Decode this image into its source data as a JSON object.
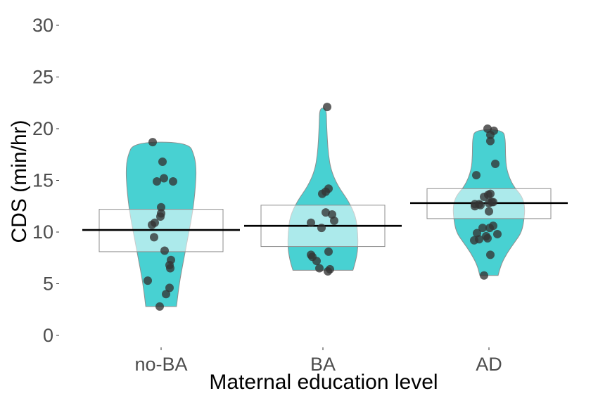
{
  "chart_data": {
    "type": "violin",
    "xlabel": "Maternal education level",
    "ylabel": "CDS (min/hr)",
    "ylim": [
      0,
      30
    ],
    "yticks": [
      0,
      5,
      10,
      15,
      20,
      25,
      30
    ],
    "categories": [
      "no-BA",
      "BA",
      "AD"
    ],
    "grid": false,
    "colors": {
      "violin_fill": "#48d1d2",
      "violin_stroke": "#8f8f8f",
      "ci_fill": "#ffffff",
      "ci_stroke": "#8c8c8c",
      "mean_line": "#000000",
      "point": "#333333"
    },
    "groups": [
      {
        "category": "no-BA",
        "mean": 10.2,
        "ci": [
          8.1,
          12.2
        ],
        "range": [
          2.8,
          18.7
        ],
        "violin_profile": [
          [
            2.8,
            0.42
          ],
          [
            4,
            0.46
          ],
          [
            5.5,
            0.52
          ],
          [
            7,
            0.6
          ],
          [
            8.5,
            0.68
          ],
          [
            10,
            0.76
          ],
          [
            11.5,
            0.84
          ],
          [
            13,
            0.9
          ],
          [
            14.5,
            0.94
          ],
          [
            16,
            0.96
          ],
          [
            17.3,
            0.92
          ],
          [
            18.7,
            0.75
          ]
        ],
        "points": [
          {
            "jitter": -0.12,
            "y": 18.7
          },
          {
            "jitter": 0.02,
            "y": 16.8
          },
          {
            "jitter": 0.04,
            "y": 15.2
          },
          {
            "jitter": -0.06,
            "y": 14.9
          },
          {
            "jitter": 0.17,
            "y": 14.9
          },
          {
            "jitter": 0.0,
            "y": 12.4
          },
          {
            "jitter": 0.0,
            "y": 11.8
          },
          {
            "jitter": -0.01,
            "y": 11.5
          },
          {
            "jitter": -0.13,
            "y": 10.7
          },
          {
            "jitter": -0.09,
            "y": 10.9
          },
          {
            "jitter": -0.1,
            "y": 9.5
          },
          {
            "jitter": 0.05,
            "y": 8.2
          },
          {
            "jitter": 0.14,
            "y": 7.3
          },
          {
            "jitter": 0.12,
            "y": 6.8
          },
          {
            "jitter": 0.13,
            "y": 6.5
          },
          {
            "jitter": -0.19,
            "y": 5.3
          },
          {
            "jitter": 0.12,
            "y": 4.6
          },
          {
            "jitter": 0.07,
            "y": 4.0
          },
          {
            "jitter": -0.02,
            "y": 2.8
          }
        ]
      },
      {
        "category": "BA",
        "mean": 10.6,
        "ci": [
          8.6,
          12.6
        ],
        "range": [
          6.3,
          22.0
        ],
        "violin_profile": [
          [
            6.3,
            0.82
          ],
          [
            7.2,
            0.9
          ],
          [
            8.5,
            0.96
          ],
          [
            10,
            0.95
          ],
          [
            11.5,
            0.9
          ],
          [
            13,
            0.7
          ],
          [
            14.5,
            0.4
          ],
          [
            16,
            0.22
          ],
          [
            17.5,
            0.15
          ],
          [
            19,
            0.12
          ],
          [
            20.5,
            0.1
          ],
          [
            22,
            0.09
          ]
        ],
        "points": [
          {
            "jitter": 0.06,
            "y": 22.1
          },
          {
            "jitter": 0.08,
            "y": 14.2
          },
          {
            "jitter": 0.04,
            "y": 13.9
          },
          {
            "jitter": -0.01,
            "y": 13.7
          },
          {
            "jitter": 0.04,
            "y": 11.9
          },
          {
            "jitter": 0.13,
            "y": 11.7
          },
          {
            "jitter": 0.16,
            "y": 11.1
          },
          {
            "jitter": -0.17,
            "y": 10.9
          },
          {
            "jitter": -0.02,
            "y": 10.4
          },
          {
            "jitter": 0.08,
            "y": 8.1
          },
          {
            "jitter": -0.17,
            "y": 7.8
          },
          {
            "jitter": -0.15,
            "y": 7.6
          },
          {
            "jitter": -0.09,
            "y": 7.2
          },
          {
            "jitter": -0.05,
            "y": 6.5
          },
          {
            "jitter": 0.1,
            "y": 6.4
          },
          {
            "jitter": 0.07,
            "y": 6.2
          }
        ]
      },
      {
        "category": "AD",
        "mean": 12.8,
        "ci": [
          11.3,
          14.2
        ],
        "range": [
          5.8,
          19.9
        ],
        "violin_profile": [
          [
            5.8,
            0.25
          ],
          [
            6.8,
            0.32
          ],
          [
            8,
            0.5
          ],
          [
            9,
            0.7
          ],
          [
            10,
            0.9
          ],
          [
            11.5,
            0.97
          ],
          [
            12.5,
            0.98
          ],
          [
            13.5,
            0.9
          ],
          [
            14.5,
            0.65
          ],
          [
            16,
            0.48
          ],
          [
            17.5,
            0.45
          ],
          [
            19,
            0.45
          ],
          [
            19.9,
            0.38
          ]
        ],
        "points": [
          {
            "jitter": -0.02,
            "y": 20.0
          },
          {
            "jitter": 0.07,
            "y": 19.8
          },
          {
            "jitter": 0.02,
            "y": 19.4
          },
          {
            "jitter": 0.02,
            "y": 18.8
          },
          {
            "jitter": 0.09,
            "y": 16.6
          },
          {
            "jitter": -0.18,
            "y": 15.5
          },
          {
            "jitter": 0.02,
            "y": 13.7
          },
          {
            "jitter": -0.01,
            "y": 13.6
          },
          {
            "jitter": -0.07,
            "y": 13.4
          },
          {
            "jitter": 0.0,
            "y": 12.8
          },
          {
            "jitter": 0.04,
            "y": 12.9
          },
          {
            "jitter": 0.06,
            "y": 12.9
          },
          {
            "jitter": -0.2,
            "y": 12.7
          },
          {
            "jitter": -0.14,
            "y": 12.7
          },
          {
            "jitter": -0.12,
            "y": 12.6
          },
          {
            "jitter": -0.2,
            "y": 12.5
          },
          {
            "jitter": 0.0,
            "y": 12.0
          },
          {
            "jitter": 0.06,
            "y": 10.6
          },
          {
            "jitter": 0.01,
            "y": 10.4
          },
          {
            "jitter": -0.09,
            "y": 10.4
          },
          {
            "jitter": -0.17,
            "y": 9.9
          },
          {
            "jitter": 0.12,
            "y": 9.8
          },
          {
            "jitter": -0.04,
            "y": 9.6
          },
          {
            "jitter": -0.02,
            "y": 9.4
          },
          {
            "jitter": -0.14,
            "y": 9.3
          },
          {
            "jitter": -0.21,
            "y": 9.2
          },
          {
            "jitter": 0.02,
            "y": 7.8
          },
          {
            "jitter": -0.07,
            "y": 5.8
          }
        ]
      }
    ]
  }
}
